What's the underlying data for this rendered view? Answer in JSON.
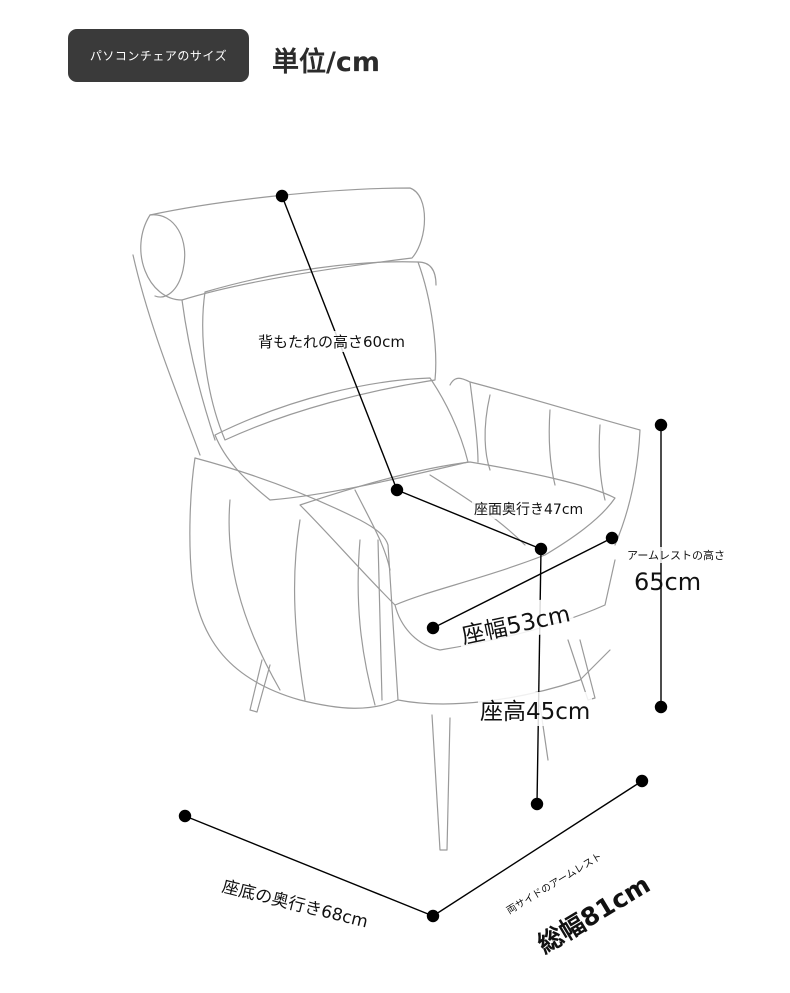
{
  "header": {
    "badge": "パソコンチェアのサイズ",
    "unit": "単位/cm"
  },
  "labels": {
    "backrest_height": "背もたれの高さ60cm",
    "seat_depth": "座面奥行き47cm",
    "armrest_caption": "アームレストの高さ",
    "armrest_value": "65cm",
    "seat_width": "座幅53cm",
    "seat_height": "座高45cm",
    "outer_depth": "座底の奥行き68cm",
    "total_width_caption": "両サイドのアームレスト",
    "total_width": "総幅81cm"
  },
  "colors": {
    "badge_bg": "#3a3a3a",
    "line": "#000000",
    "sketch": "#9a9a9a"
  }
}
